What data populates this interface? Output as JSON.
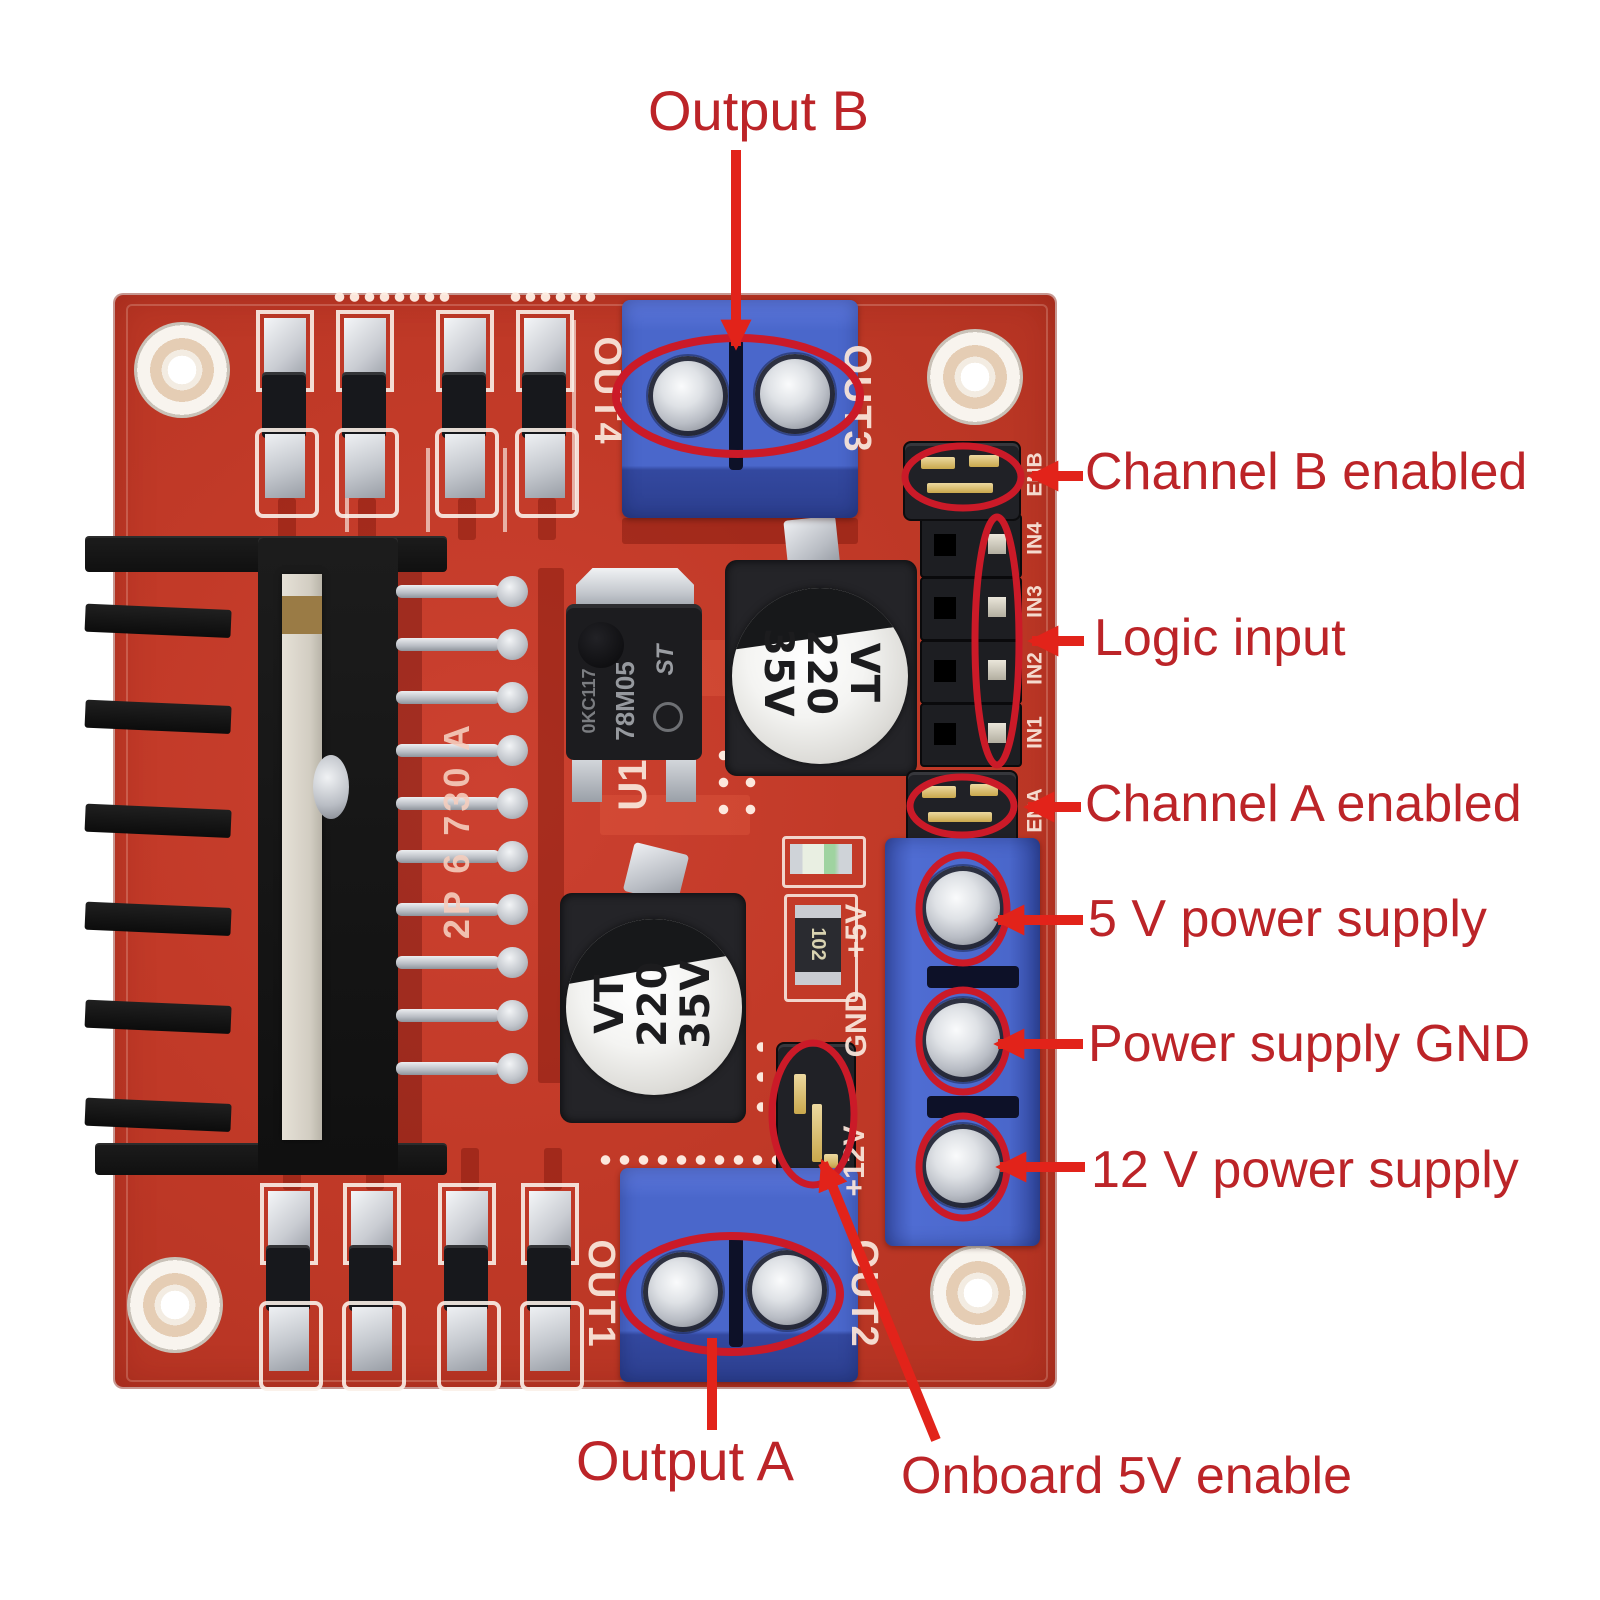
{
  "annotations": {
    "output_b": "Output B",
    "channel_b": "Channel B enabled",
    "logic_input": "Logic input",
    "channel_a": "Channel A enabled",
    "power_5v": "5 V power supply",
    "power_gnd": "Power supply GND",
    "power_12v": "12 V power supply",
    "output_a": "Output A",
    "onboard_5v": "Onboard 5V enable"
  },
  "silkscreen": {
    "out4": "OUT4",
    "out3": "OUT3",
    "out1": "OUT1",
    "out2": "OUT2",
    "en_b": "ENB",
    "in4": "IN4",
    "in3": "IN3",
    "in2": "IN2",
    "in1": "IN1",
    "en_a": "ENA",
    "plus_5v": "+5V",
    "gnd": "GND",
    "plus_12v": "+12V",
    "u1": "U1",
    "pcb_ref": "2P 6 730 A"
  },
  "components": {
    "regulator_marking_1": "78M05",
    "regulator_marking_2": "0KC117",
    "regulator_logo": "ST",
    "cap_top_l1": "VT",
    "cap_top_l2": "220",
    "cap_top_l3": "35V",
    "cap_bot_l1": "VT",
    "cap_bot_l2": "220",
    "cap_bot_l3": "35V",
    "resistor_marking": "102"
  },
  "colors": {
    "pcb_red": "#c23a28",
    "terminal_blue": "#4a67cb",
    "annotation_text": "#bc2428",
    "leader_line": "#e2231a",
    "highlight_ellipse": "#cb1a28",
    "silkscreen_white": "#f6e3d6"
  }
}
